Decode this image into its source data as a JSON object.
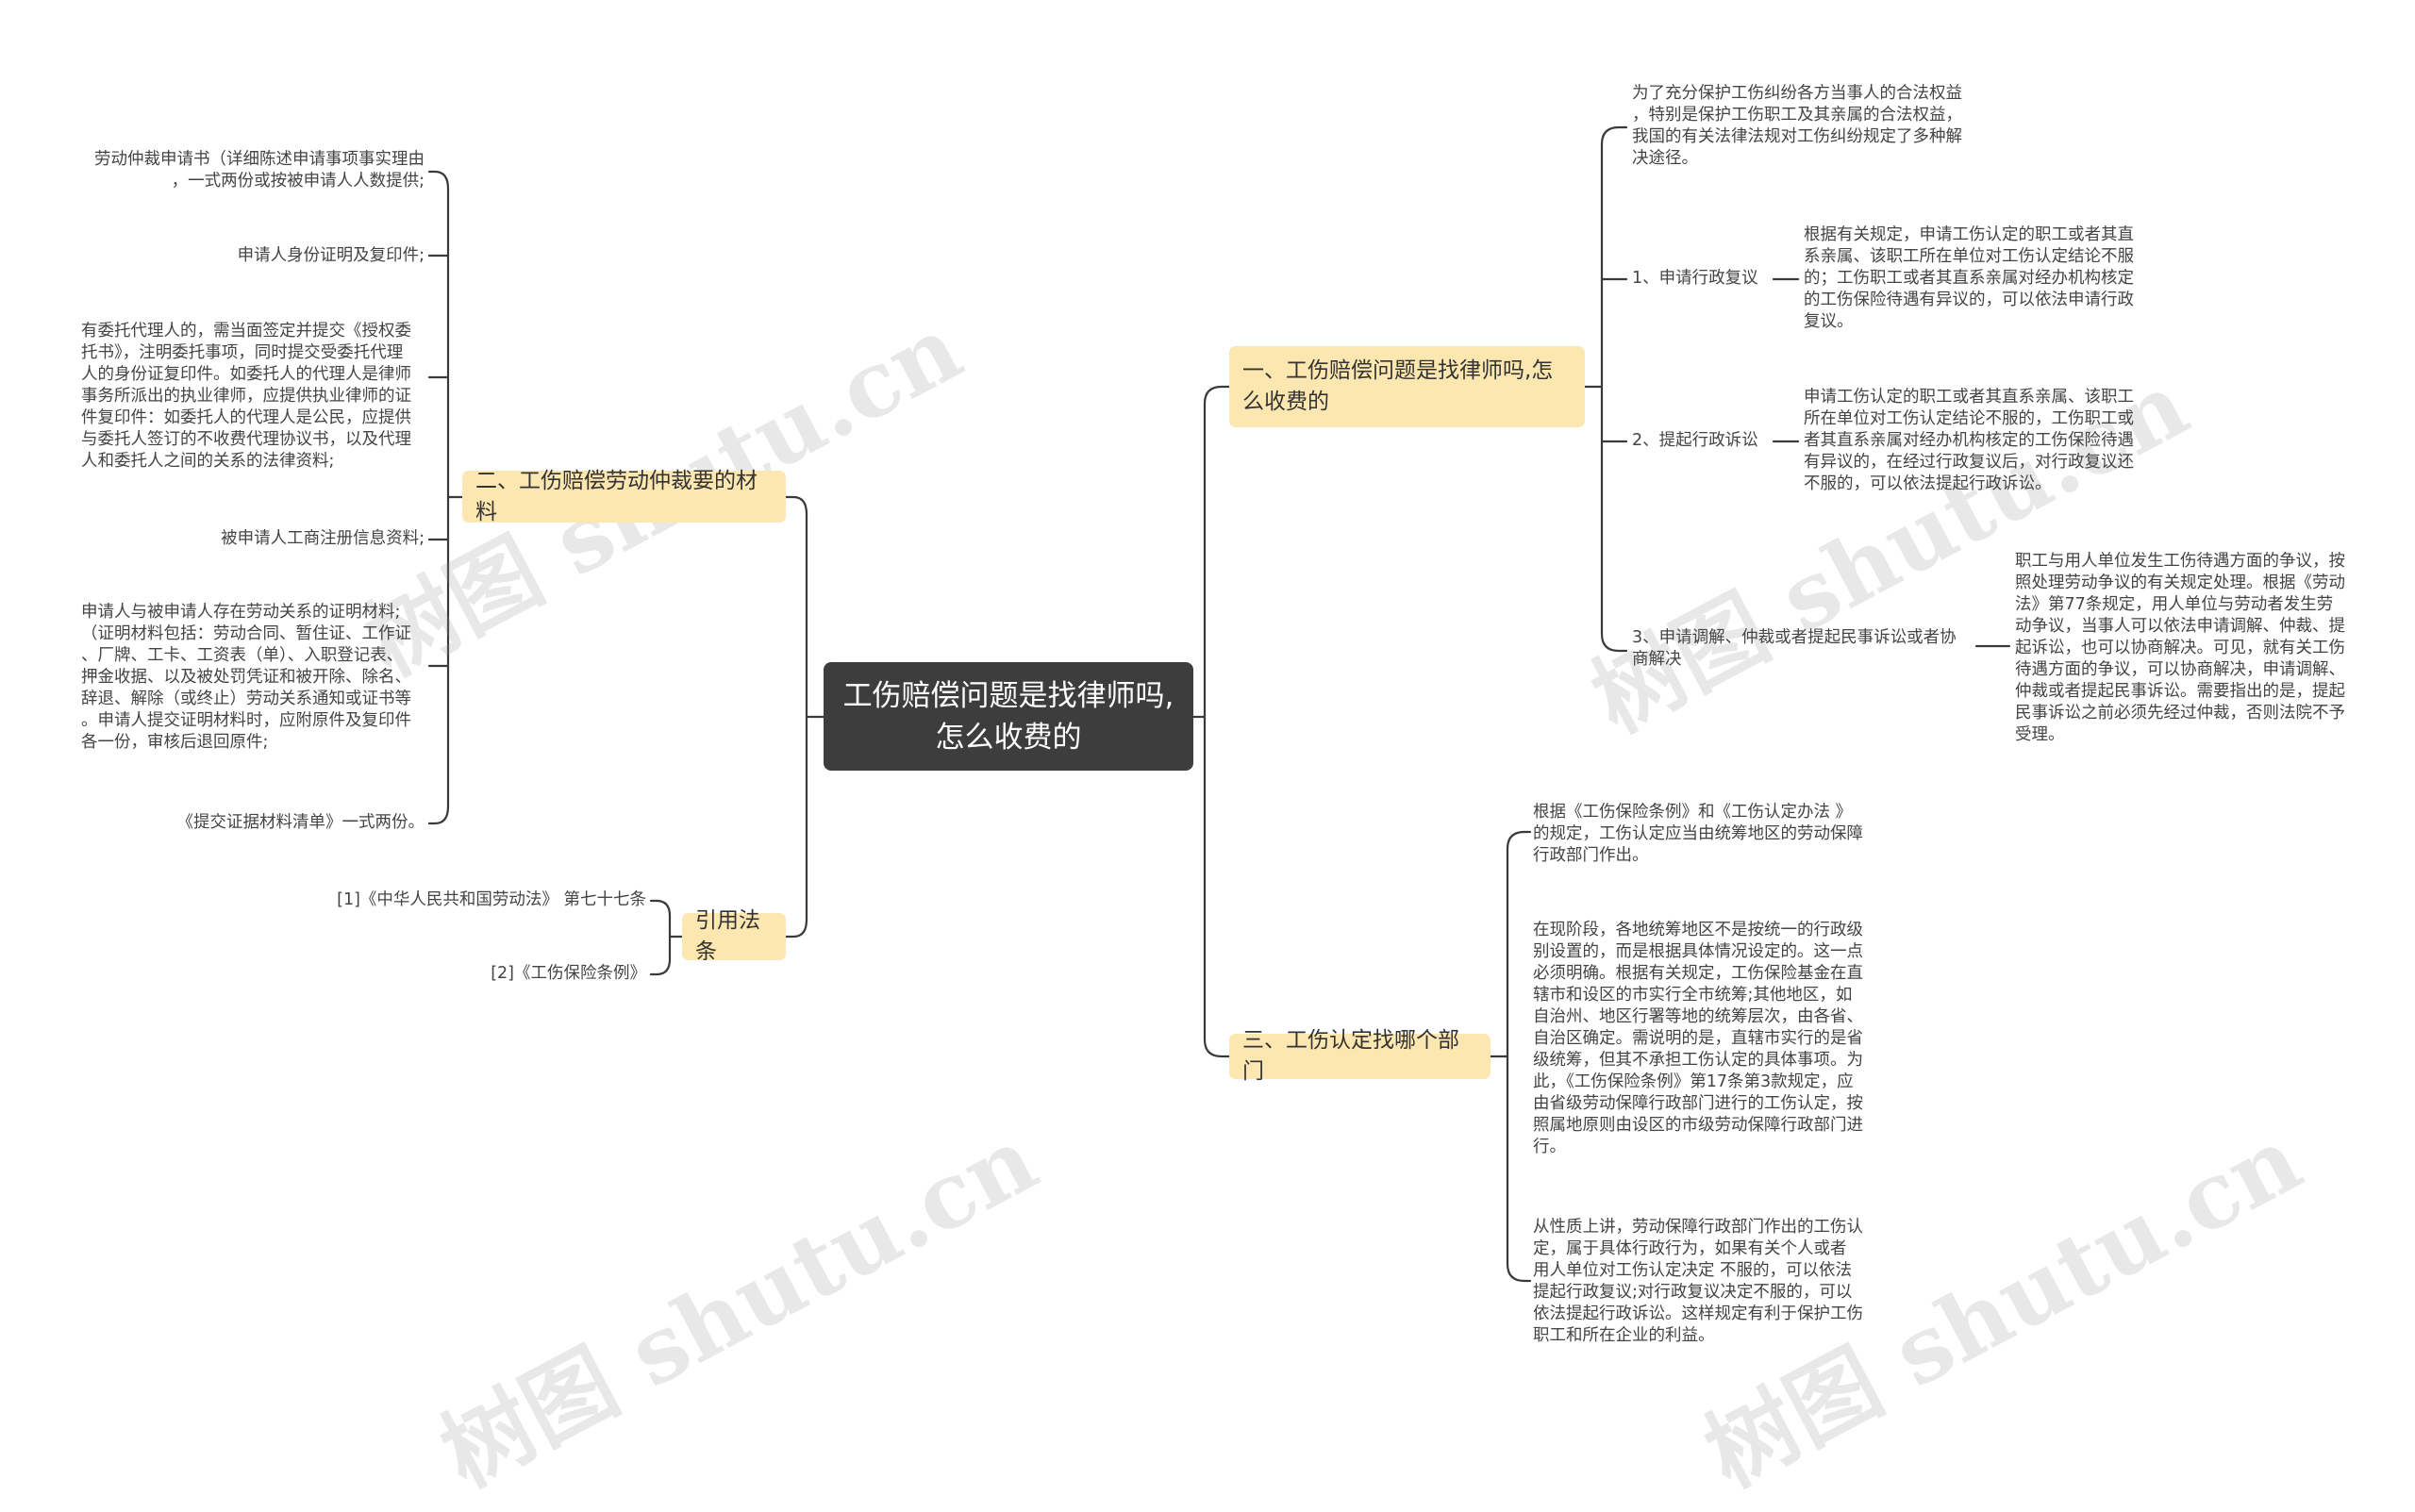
{
  "root": {
    "label": "工伤赔偿问题是找律师吗,怎么收费的"
  },
  "branches": {
    "b1": {
      "label": "一、工伤赔偿问题是找律师吗,怎么收费的",
      "intro": "为了充分保护工伤纠纷各方当事人的合法权益\n，特别是保护工伤职工及其亲属的合法权益，\n我国的有关法律法规对工伤纠纷规定了多种解\n决途径。",
      "items": [
        {
          "label": "1、申请行政复议",
          "detail": "根据有关规定，申请工伤认定的职工或者其直\n系亲属、该职工所在单位对工伤认定结论不服\n的；工伤职工或者其直系亲属对经办机构核定\n的工伤保险待遇有异议的，可以依法申请行政\n复议。"
        },
        {
          "label": "2、提起行政诉讼",
          "detail": "申请工伤认定的职工或者其直系亲属、该职工\n所在单位对工伤认定结论不服的，工伤职工或\n者其直系亲属对经办机构核定的工伤保险待遇\n有异议的，在经过行政复议后，对行政复议还\n不服的，可以依法提起行政诉讼。"
        },
        {
          "label": "3、申请调解、仲裁或者提起民事诉讼或者协\n商解决",
          "detail": "职工与用人单位发生工伤待遇方面的争议，按\n照处理劳动争议的有关规定处理。根据《劳动\n法》第77条规定，用人单位与劳动者发生劳\n动争议，当事人可以依法申请调解、仲裁、提\n起诉讼，也可以协商解决。可见，就有关工伤\n待遇方面的争议，可以协商解决，申请调解、\n仲裁或者提起民事诉讼。需要指出的是，提起\n民事诉讼之前必须先经过仲裁，否则法院不予\n受理。"
        }
      ]
    },
    "b2": {
      "label": "二、工伤赔偿劳动仲裁要的材料",
      "items": [
        "劳动仲裁申请书（详细陈述申请事项事实理由\n，一式两份或按被申请人人数提供;",
        "申请人身份证明及复印件;",
        "有委托代理人的，需当面签定并提交《授权委\n托书》，注明委托事项，同时提交受委托代理\n人的身份证复印件。如委托人的代理人是律师\n事务所派出的执业律师，应提供执业律师的证\n件复印件：如委托人的代理人是公民，应提供\n与委托人签订的不收费代理协议书，以及代理\n人和委托人之间的关系的法律资料;",
        "被申请人工商注册信息资料;",
        "申请人与被申请人存在劳动关系的证明材料;\n（证明材料包括：劳动合同、暂住证、工作证\n、厂牌、工卡、工资表（单）、入职登记表、\n押金收据、以及被处罚凭证和被开除、除名、\n辞退、解除（或终止）劳动关系通知或证书等\n。申请人提交证明材料时，应附原件及复印件\n各一份，审核后退回原件;",
        "《提交证据材料清单》一式两份。"
      ]
    },
    "b3": {
      "label": "引用法条",
      "items": [
        "[1]《中华人民共和国劳动法》 第七十七条",
        "[2]《工伤保险条例》"
      ]
    },
    "b4": {
      "label": "三、工伤认定找哪个部门",
      "items": [
        "根据《工伤保险条例》和《工伤认定办法 》\n的规定，工伤认定应当由统筹地区的劳动保障\n行政部门作出。",
        "在现阶段，各地统筹地区不是按统一的行政级\n别设置的，而是根据具体情况设定的。这一点\n必须明确。根据有关规定，工伤保险基金在直\n辖市和设区的市实行全市统筹;其他地区，如\n自治州、地区行署等地的统筹层次，由各省、\n自治区确定。需说明的是，直辖市实行的是省\n级统筹，但其不承担工伤认定的具体事项。为\n此，《工伤保险条例》第17条第3款规定，应\n由省级劳动保障行政部门进行的工伤认定，按\n照属地原则由设区的市级劳动保障行政部门进\n行。",
        "从性质上讲，劳动保障行政部门作出的工伤认\n定，属于具体行政行为，如果有关个人或者\n用人单位对工伤认定决定 不服的，可以依法\n提起行政复议;对行政复议决定不服的，可以\n依法提起行政诉讼。这样规定有利于保护工伤\n职工和所在企业的利益。"
      ]
    }
  },
  "watermarks": [
    "树图 shutu.cn",
    "树图 shutu.cn",
    "树图 shutu.cn",
    "树图 shutu.cn"
  ],
  "colors": {
    "root_bg": "#3d3d3d",
    "branch_bg": "#fde7b0",
    "line": "#3a3a3a",
    "text": "#444444"
  }
}
